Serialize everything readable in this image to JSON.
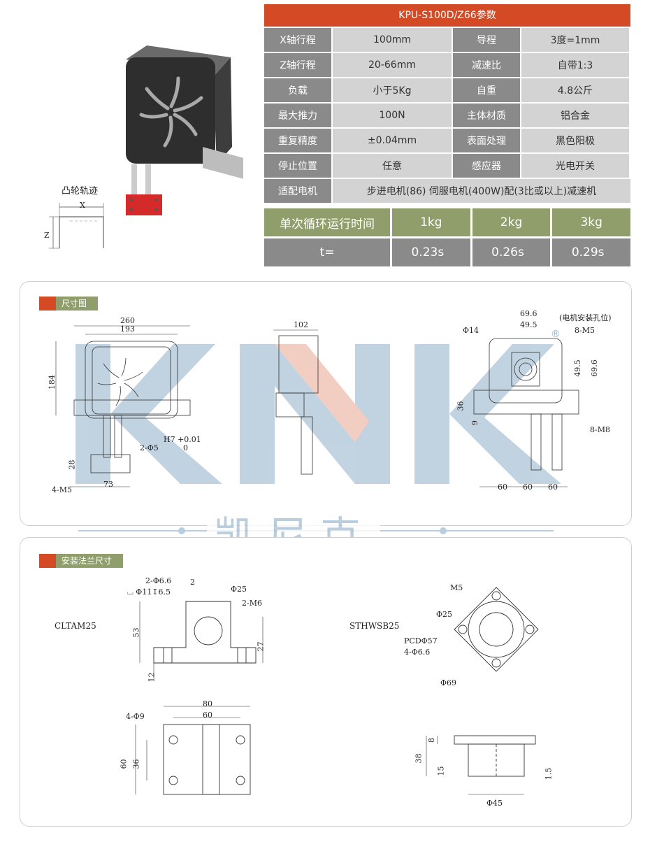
{
  "spec": {
    "title": "KPU-S100D/Z66参数",
    "rows": [
      {
        "l1": "X轴行程",
        "v1": "100mm",
        "l2": "导程",
        "v2": "3度=1mm"
      },
      {
        "l1": "Z轴行程",
        "v1": "20-66mm",
        "l2": "减速比",
        "v2": "自带1:3"
      },
      {
        "l1": "负载",
        "v1": "小于5Kg",
        "l2": "自重",
        "v2": "4.8公斤"
      },
      {
        "l1": "最大推力",
        "v1": "100N",
        "l2": "主体材质",
        "v2": "铝合金"
      },
      {
        "l1": "重复精度",
        "v1": "±0.04mm",
        "l2": "表面处理",
        "v2": "黑色阳极"
      },
      {
        "l1": "停止位置",
        "v1": "任意",
        "l2": "感应器",
        "v2": "光电开关"
      }
    ],
    "motor_label": "适配电机",
    "motor_value": "步进电机(86) 伺服电机(400W)配(3比或以上)减速机"
  },
  "cycle": {
    "header": "单次循环运行时间",
    "loads": [
      "1kg",
      "2kg",
      "3kg"
    ],
    "t_label": "t=",
    "times": [
      "0.23s",
      "0.26s",
      "0.29s"
    ]
  },
  "cam": {
    "label": "凸轮轨迹",
    "x": "X",
    "z": "Z"
  },
  "dimension_section": {
    "title": "尺寸图",
    "front": {
      "w260": "260",
      "w193": "193",
      "h184": "184",
      "d28": "28",
      "d73": "73",
      "hole": "2-Φ5",
      "tol1": "H7 +0.01",
      "tol2": "0",
      "m5": "4-M5"
    },
    "side": {
      "w102": "102"
    },
    "rear": {
      "d696": "69.6",
      "d495": "49.5",
      "note": "(电机安装孔位)",
      "phi14": "Φ14",
      "m5": "8-M5",
      "v495": "49.5",
      "v696": "69.6",
      "d36": "36",
      "d9": "9",
      "m8": "8-M8",
      "b60a": "60",
      "b60b": "60",
      "b60c": "60"
    }
  },
  "watermark": {
    "brand": "KNK",
    "cn": "凯尼克",
    "reg": "®"
  },
  "flange_section": {
    "title": "安装法兰尺寸",
    "cltam": {
      "name": "CLTAM25",
      "a": "2-Φ6.6",
      "b": "⌴ Φ11↧6.5",
      "c": "2",
      "d": "Φ25",
      "e": "2-M6",
      "h53": "53",
      "h27": "27",
      "h12": "12",
      "w80": "80",
      "w60": "60",
      "hole9": "4-Φ9",
      "h60": "60",
      "h36": "36"
    },
    "sthwsb": {
      "name": "STHWSB25",
      "m5": "M5",
      "d25": "Φ25",
      "pcd": "PCDΦ57",
      "holes": "4-Φ6.6",
      "d69": "Φ69",
      "h8": "8",
      "h38": "38",
      "h15": "15",
      "h15b": "1.5",
      "d45": "Φ45"
    }
  },
  "colors": {
    "accent": "#d34a25",
    "label_gray": "#8a8a8a",
    "value_gray": "#d3d3d3",
    "olive": "#8f9e6a"
  }
}
